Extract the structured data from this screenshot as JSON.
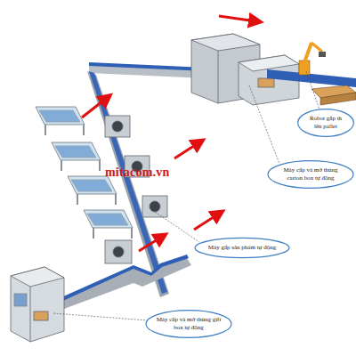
{
  "diagram": {
    "nodes": [
      {
        "text": [
          "Robot gắp th lên pallet"
        ]
      },
      {
        "text": [
          "Máy cấp và mở thùng carton box tự động"
        ]
      },
      {
        "text": [
          "Máy gấp sản phẩm tự động"
        ]
      },
      {
        "text": [
          "Máy cấp và mở thùng gift box tự động"
        ]
      }
    ],
    "labels": [
      "mitacom.vn"
    ]
  }
}
